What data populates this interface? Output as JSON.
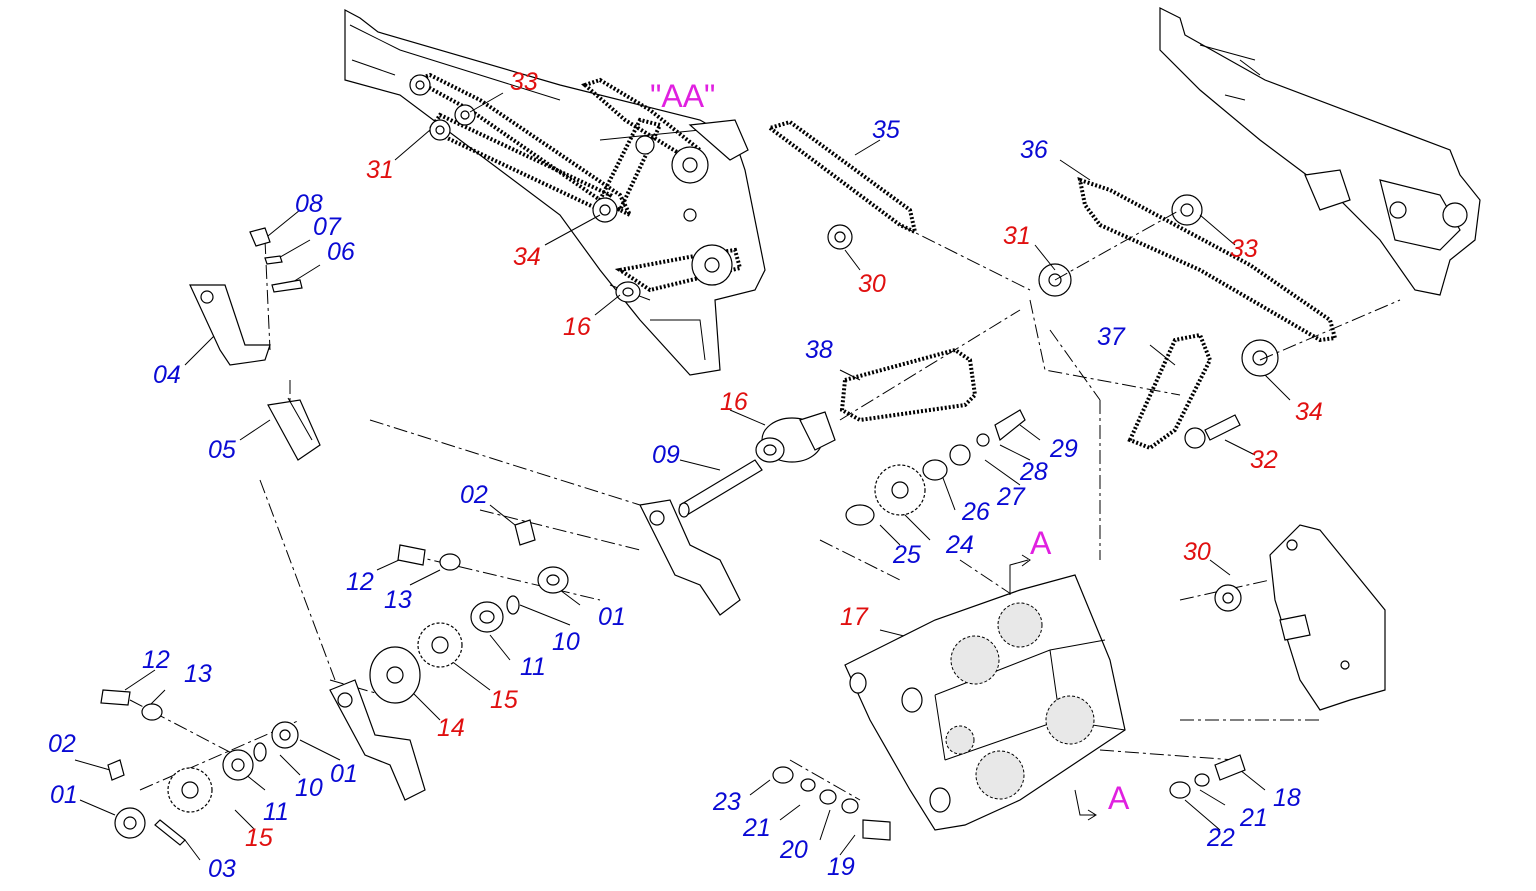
{
  "colors": {
    "blue": "#0a0ad4",
    "red": "#e01010",
    "magenta": "#e020e0",
    "ink": "#000000"
  },
  "view_labels": {
    "aa": "\"AA\"",
    "a_top": "A",
    "a_bottom": "A"
  },
  "callouts": {
    "c33a": "33",
    "c31a": "31",
    "c34a": "34",
    "c16a": "16",
    "c35": "35",
    "c30a": "30",
    "c08": "08",
    "c07": "07",
    "c06": "06",
    "c04": "04",
    "c05": "05",
    "c36": "36",
    "c31b": "31",
    "c33b": "33",
    "c37": "37",
    "c34b": "34",
    "c32": "32",
    "c38": "38",
    "c16b": "16",
    "c09": "09",
    "c29": "29",
    "c28": "28",
    "c27": "27",
    "c26": "26",
    "c24": "24",
    "c25": "25",
    "c02a": "02",
    "c12a": "12",
    "c13a": "13",
    "c01a": "01",
    "c10a": "10",
    "c11a": "11",
    "c15a": "15",
    "c14": "14",
    "c12b": "12",
    "c13b": "13",
    "c02b": "02",
    "c01b": "01",
    "c11b": "11",
    "c10b": "10",
    "c01c": "01",
    "c15b": "15",
    "c03": "03",
    "c17": "17",
    "c30b": "30",
    "c23": "23",
    "c21a": "21",
    "c20": "20",
    "c19": "19",
    "c18": "18",
    "c21b": "21",
    "c22": "22"
  }
}
